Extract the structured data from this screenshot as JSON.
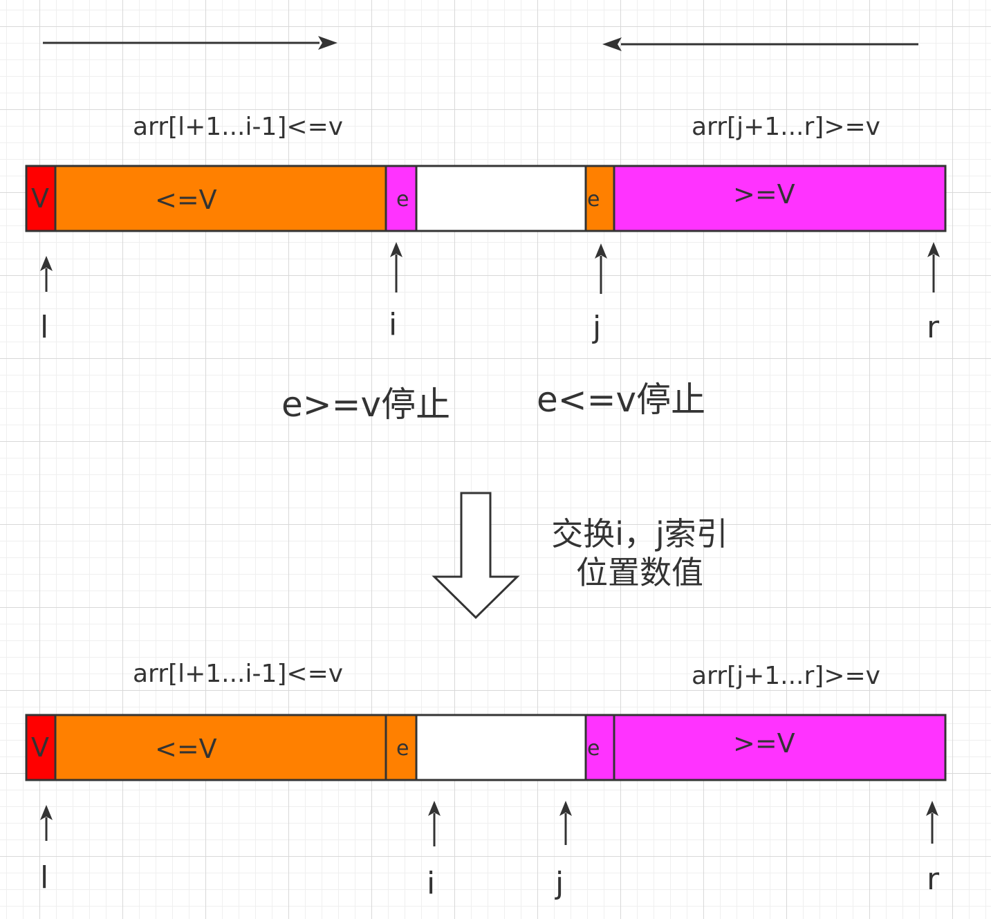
{
  "colors": {
    "pivot": "#ff0000",
    "less_equal": "#ff8000",
    "greater_equal": "#ff33ff",
    "unknown": "#ffffff",
    "stroke": "#333333",
    "grid": "#d8d8d8"
  },
  "top": {
    "left_range_label": "arr[l+1...i-1]<=v",
    "right_range_label": "arr[j+1...r]>=v",
    "segments": {
      "pivot": "V",
      "less_equal": "<=V",
      "e_left": "e",
      "e_right": "e",
      "greater_equal": ">=V"
    },
    "pointers": {
      "l": "l",
      "i": "i",
      "j": "j",
      "r": "r"
    }
  },
  "conditions": {
    "left_stop": "e>=v停止",
    "right_stop": "e<=v停止"
  },
  "swap_note": {
    "line1": "交换i，j索引",
    "line2": "位置数值"
  },
  "bottom": {
    "left_range_label": "arr[l+1...i-1]<=v",
    "right_range_label": "arr[j+1...r]>=v",
    "segments": {
      "pivot": "V",
      "less_equal": "<=V",
      "e_left": "e",
      "e_right": "e",
      "greater_equal": ">=V"
    },
    "pointers": {
      "l": "l",
      "i": "i",
      "j": "j",
      "r": "r"
    }
  },
  "icons": [
    "right-arrow-icon",
    "left-arrow-icon",
    "down-arrow-icon",
    "up-arrow-icon"
  ]
}
